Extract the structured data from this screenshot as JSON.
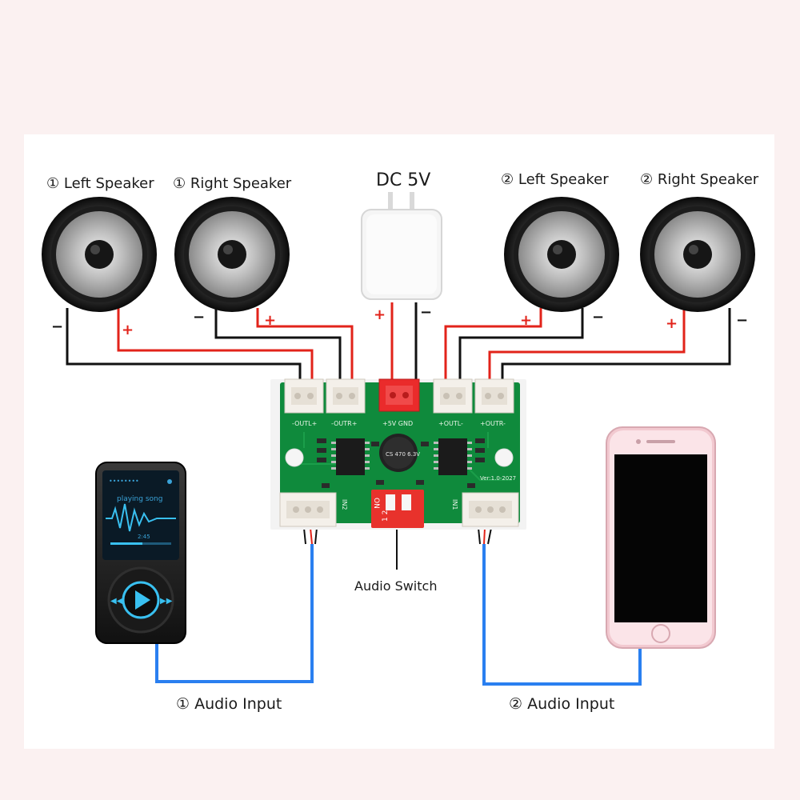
{
  "labels": {
    "left_speaker_1": "① Left Speaker",
    "right_speaker_1": "① Right Speaker",
    "dc": "DC 5V",
    "left_speaker_2": "② Left Speaker",
    "right_speaker_2": "② Right Speaker",
    "audio_switch": "Audio Switch",
    "audio_input_1": "① Audio Input",
    "audio_input_2": "② Audio Input"
  },
  "polarity": {
    "plus": "+",
    "minus": "−"
  },
  "board": {
    "outl_plus": "-OUTL+",
    "outr_plus": "-OUTR+",
    "power": "+5V  GND",
    "outl_minus": "+OUTL-",
    "outr_minus": "+OUTR-",
    "cap": "CS 470 6.3V",
    "version": "Ver:1.0-2027",
    "dip_on": "ON",
    "dip_nums": "1  2",
    "in1": "IN1",
    "in2": "IN2"
  },
  "player": {
    "header": "••••••••",
    "song": "playing song",
    "time": "2:45"
  },
  "colors": {
    "positive_wire": "#e2231a",
    "negative_wire": "#111111",
    "audio_wire": "#2a7ff0",
    "pcb": "#0f8a3c",
    "connector": "#f4f0ea",
    "switch": "#e8322c",
    "phone_body": "#f2c9d0"
  }
}
